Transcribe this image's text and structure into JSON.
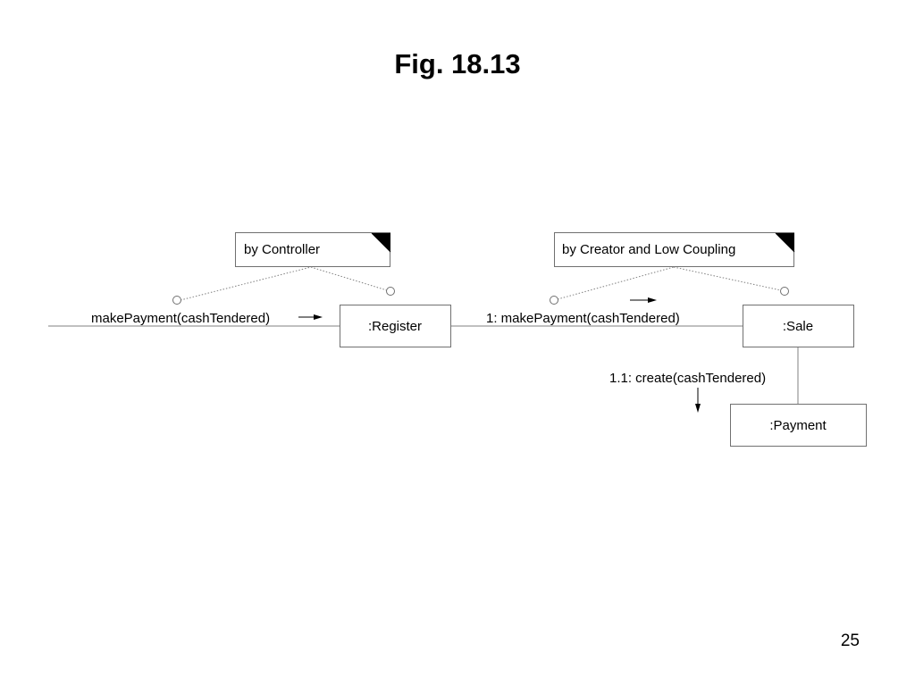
{
  "slide": {
    "title": "Fig. 18.13",
    "page_number": "25"
  },
  "notes": {
    "controller": "by Controller",
    "creator": "by Creator and Low Coupling"
  },
  "objects": {
    "register": ":Register",
    "sale": ":Sale",
    "payment": ":Payment"
  },
  "messages": {
    "incoming": "makePayment(cashTendered)",
    "register_to_sale": "1: makePayment(cashTendered)",
    "sale_to_payment": "1.1: create(cashTendered)"
  },
  "colors": {
    "line": "#808080",
    "border": "#707070",
    "ink": "#000000",
    "background": "#ffffff"
  }
}
